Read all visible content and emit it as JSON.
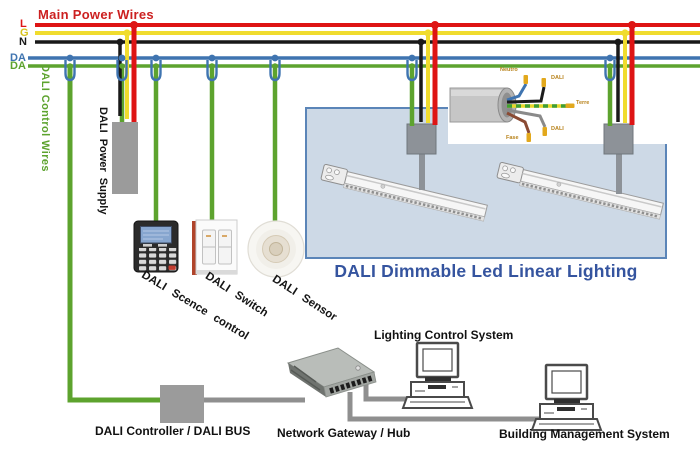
{
  "top": {
    "title": "Main Power Wires",
    "labels": {
      "l": "L",
      "g": "G",
      "n": "N"
    }
  },
  "bus": {
    "da_blue": "DA",
    "da_green": "DA",
    "vertical_label": "DALI Control Wires"
  },
  "devices": {
    "power_supply": "DALI Power Supply",
    "scene": "DALI Scence control",
    "switch": "DALI Switch",
    "sensor": "DALI Sensor"
  },
  "lighting": {
    "title": "DALI Dimmable Led Linear Lighting",
    "cable": {
      "neutral": "Neutro",
      "dali_top": "DALI",
      "earth": "Terre",
      "dali_bottom": "DALI",
      "phase": "Fase"
    }
  },
  "network": {
    "controller": "DALI Controller / DALI BUS",
    "gateway": "Network Gateway / Hub",
    "lighting_control": "Lighting Control System",
    "bms": "Building Management System"
  },
  "colors": {
    "wire_red": "#de1414",
    "wire_yellow": "#f0dc2e",
    "wire_black": "#191919",
    "wire_blue": "#3f74b0",
    "wire_green": "#5da32e",
    "label_red": "#cc2020",
    "title_blue": "#35549f",
    "panel_fill": "#cdd9e6",
    "panel_border": "#5b85b8",
    "box_gray": "#9b9b9b",
    "lan_gray": "#8f8f8f",
    "cable_label": "#b8831c",
    "device_gray": "#8d9298"
  }
}
